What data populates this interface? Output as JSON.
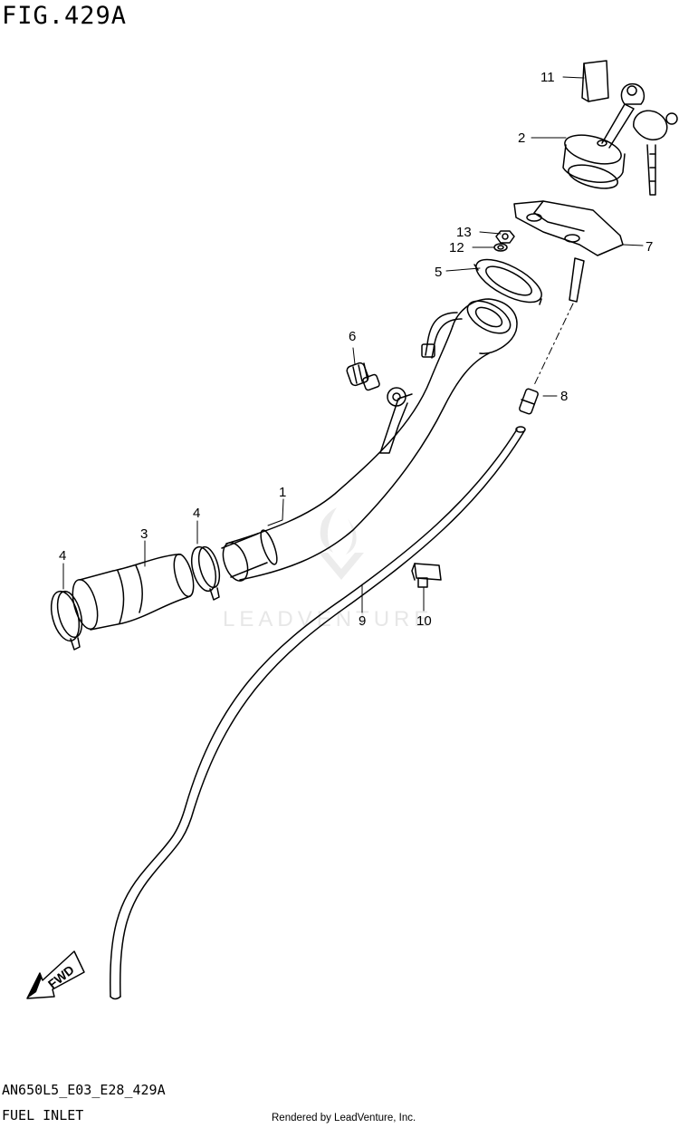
{
  "figure_title": "FIG.429A",
  "footer": {
    "code": "AN650L5_E03_E28_429A",
    "name": "FUEL INLET",
    "credit": "Rendered by LeadVenture, Inc."
  },
  "watermark": "LEADVENTURE",
  "direction_label": "FWD",
  "callouts": [
    "11",
    "2",
    "7",
    "13",
    "12",
    "5",
    "6",
    "8",
    "1",
    "4",
    "3",
    "4",
    "10",
    "9"
  ]
}
